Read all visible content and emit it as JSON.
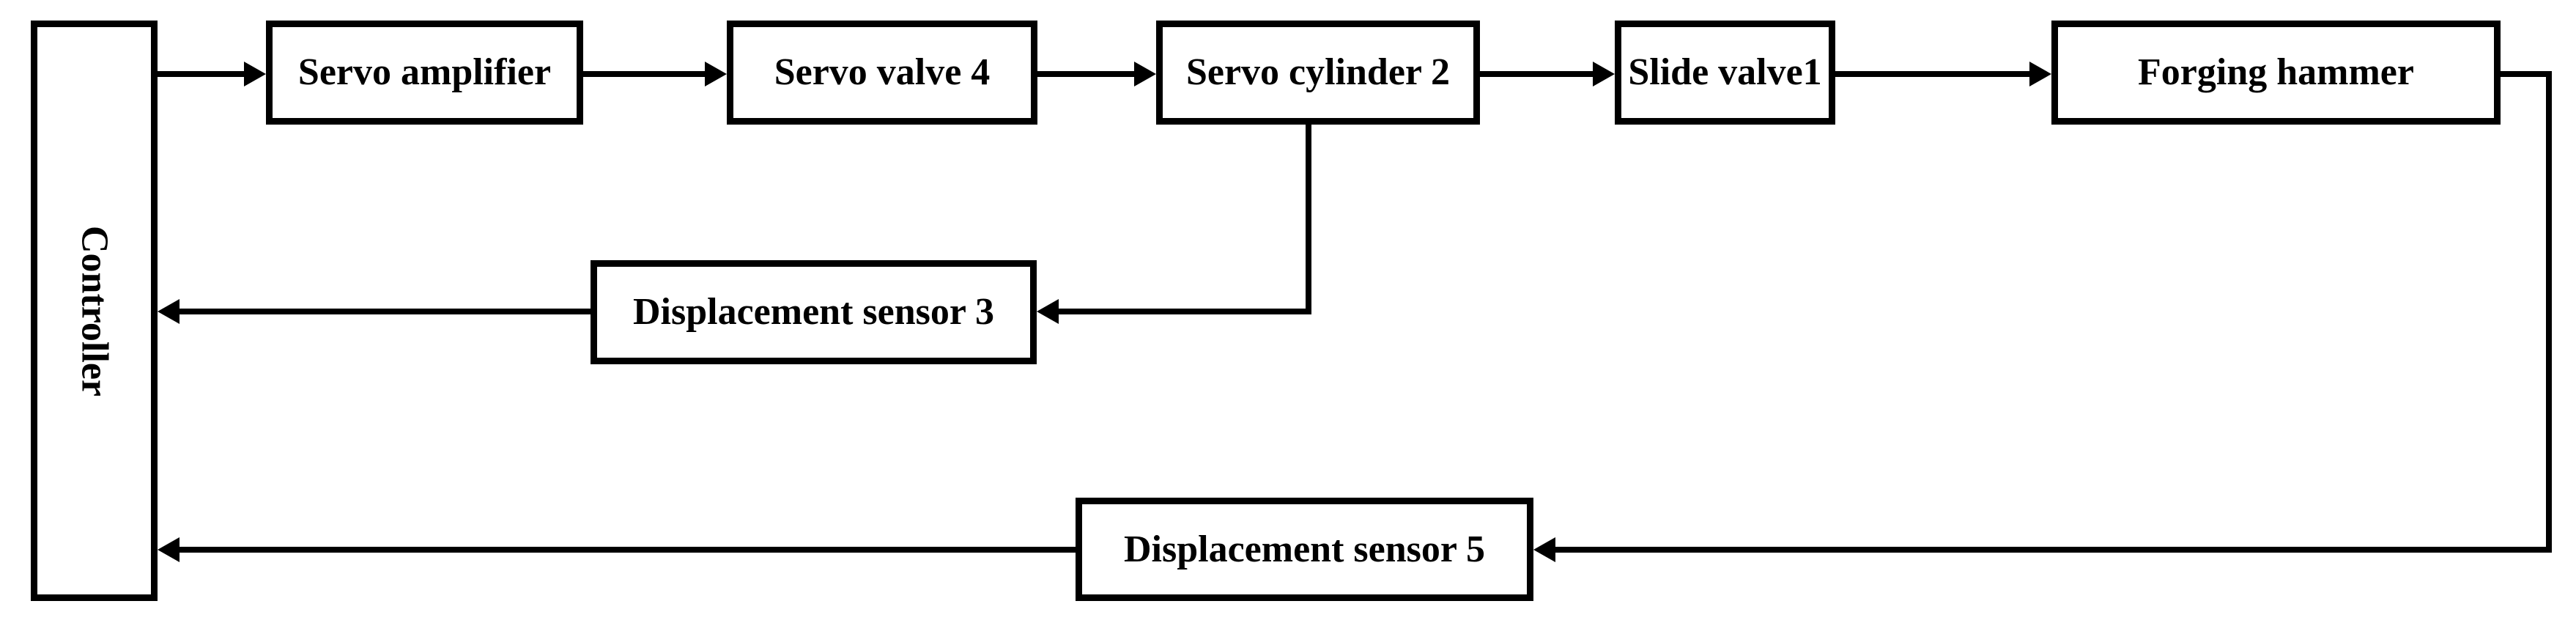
{
  "diagram": {
    "type": "block-diagram",
    "description": "Closed-loop servo control block diagram of a forging hammer with displacement feedback",
    "colors": {
      "line": "#000000",
      "box_border": "#000000",
      "box_fill": "#ffffff",
      "background": "#ffffff",
      "text": "#000000"
    },
    "nodes": [
      {
        "id": "controller",
        "label": "Controller",
        "orientation": "vertical"
      },
      {
        "id": "servo_amplifier",
        "label": "Servo amplifier",
        "orientation": "horizontal"
      },
      {
        "id": "servo_valve_4",
        "label": "Servo valve 4",
        "orientation": "horizontal"
      },
      {
        "id": "servo_cylinder_2",
        "label": "Servo cylinder 2",
        "orientation": "horizontal"
      },
      {
        "id": "slide_valve_1",
        "label": "Slide valve1",
        "orientation": "horizontal"
      },
      {
        "id": "forging_hammer",
        "label": "Forging hammer",
        "orientation": "horizontal"
      },
      {
        "id": "displacement_sensor_3",
        "label": "Displacement sensor 3",
        "orientation": "horizontal"
      },
      {
        "id": "displacement_sensor_5",
        "label": "Displacement sensor 5",
        "orientation": "horizontal"
      }
    ],
    "edges": [
      {
        "from": "controller",
        "to": "servo_amplifier",
        "style": "arrow"
      },
      {
        "from": "servo_amplifier",
        "to": "servo_valve_4",
        "style": "arrow"
      },
      {
        "from": "servo_valve_4",
        "to": "servo_cylinder_2",
        "style": "arrow"
      },
      {
        "from": "servo_cylinder_2",
        "to": "slide_valve_1",
        "style": "arrow"
      },
      {
        "from": "slide_valve_1",
        "to": "forging_hammer",
        "style": "arrow"
      },
      {
        "from": "servo_cylinder_2",
        "to": "displacement_sensor_3",
        "style": "arrow",
        "kind": "feedback"
      },
      {
        "from": "displacement_sensor_3",
        "to": "controller",
        "style": "arrow",
        "kind": "feedback"
      },
      {
        "from": "forging_hammer",
        "to": "displacement_sensor_5",
        "style": "arrow",
        "kind": "feedback"
      },
      {
        "from": "displacement_sensor_5",
        "to": "controller",
        "style": "arrow",
        "kind": "feedback"
      }
    ]
  }
}
